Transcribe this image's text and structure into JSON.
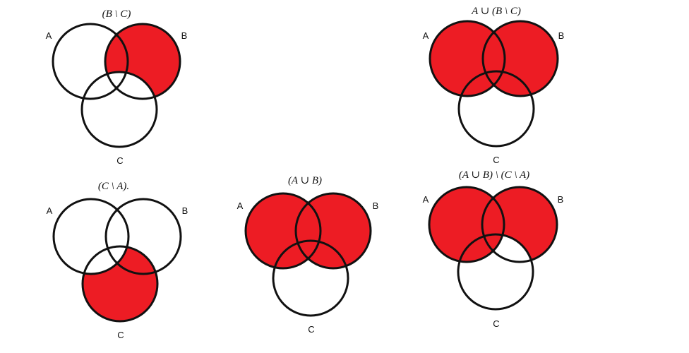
{
  "colors": {
    "fill": "#ed1c24",
    "stroke": "#111111",
    "background": "#ffffff"
  },
  "diagrams": [
    {
      "title": "(B \\ C)",
      "shade": "B-C",
      "labels": {
        "a": "A",
        "b": "B",
        "c": "C"
      }
    },
    {
      "title": "A ∪ (B \\ C)",
      "shade": "A+B",
      "labels": {
        "a": "A",
        "b": "B",
        "c": "C"
      }
    },
    {
      "title": "(C \\ A).",
      "shade": "C-A",
      "labels": {
        "a": "A",
        "b": "B",
        "c": "C"
      }
    },
    {
      "title": "(A ∪ B)",
      "shade": "A+B",
      "labels": {
        "a": "A",
        "b": "B",
        "c": "C"
      }
    },
    {
      "title": "(A ∪ B) \\ (C \\ A)",
      "shade": "A+B-(C-A)",
      "labels": {
        "a": "A",
        "b": "B",
        "c": "C"
      }
    }
  ]
}
